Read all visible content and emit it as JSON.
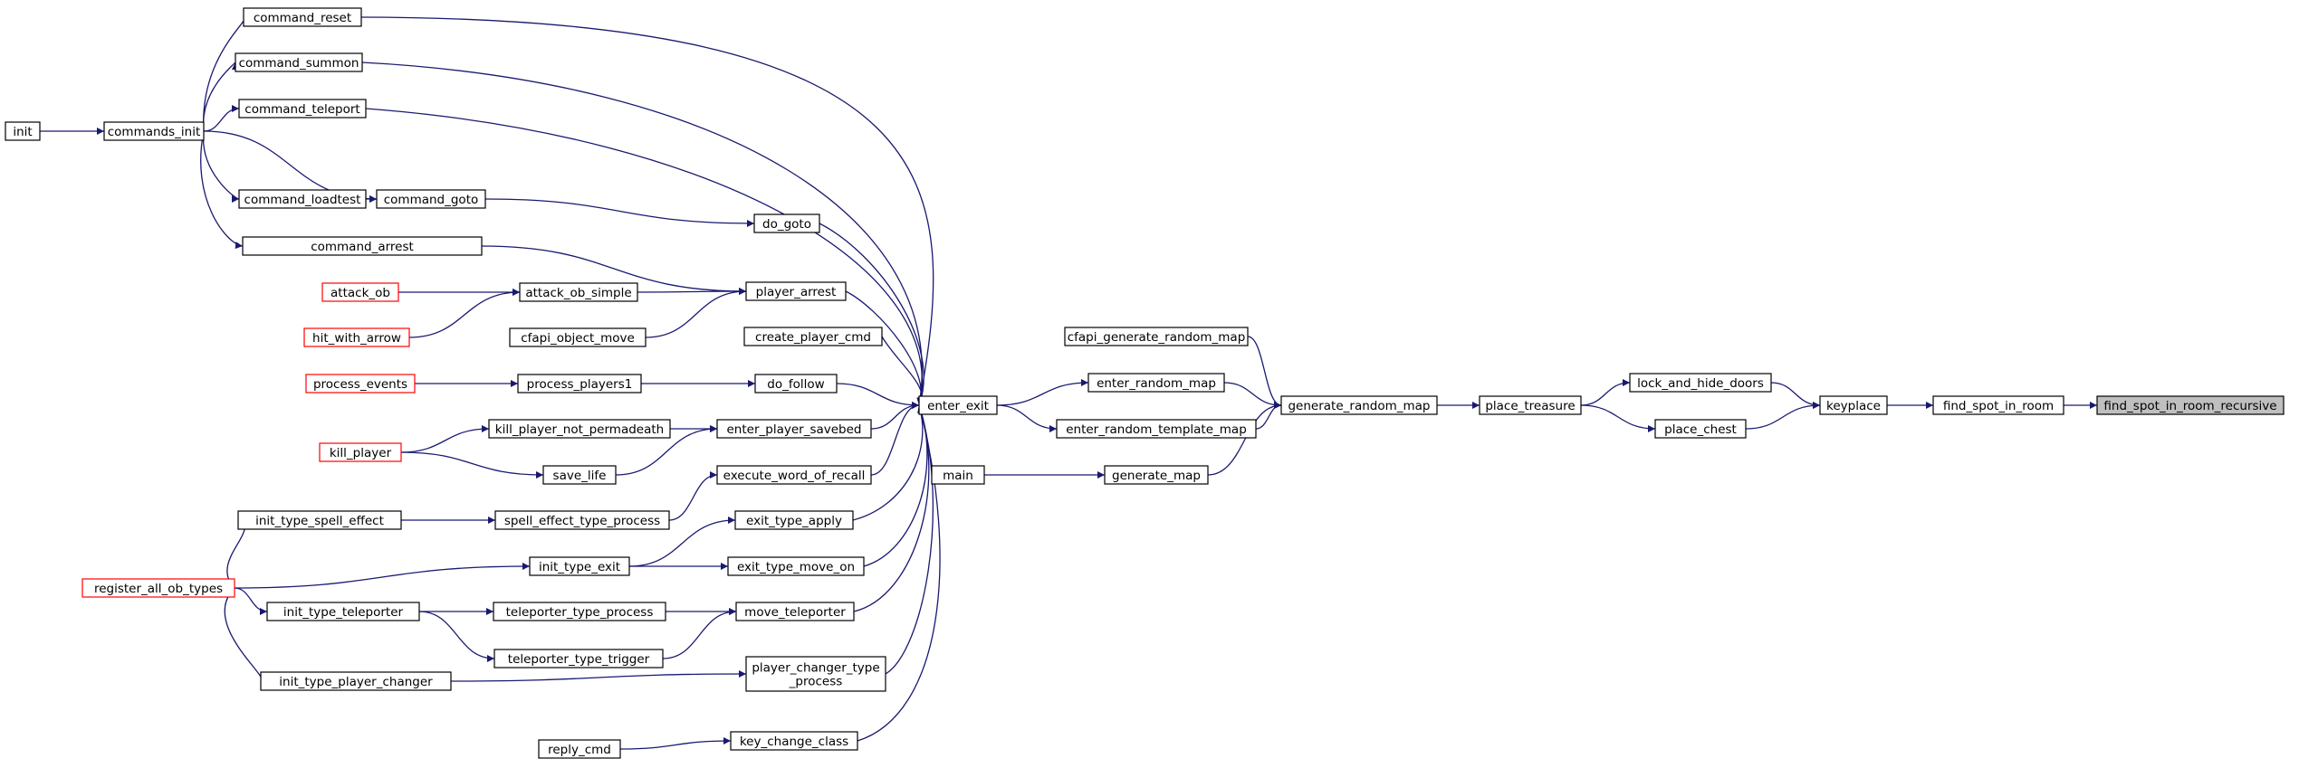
{
  "nodes": [
    {
      "id": "command_reset",
      "lines": [
        "command_reset"
      ],
      "interactive": true
    },
    {
      "id": "command_summon",
      "lines": [
        "command_summon"
      ],
      "interactive": true
    },
    {
      "id": "init",
      "lines": [
        "init"
      ],
      "interactive": true
    },
    {
      "id": "commands_init",
      "lines": [
        "commands_init"
      ],
      "interactive": true
    },
    {
      "id": "command_teleport",
      "lines": [
        "command_teleport"
      ],
      "interactive": true
    },
    {
      "id": "command_loadtest",
      "lines": [
        "command_loadtest"
      ],
      "interactive": true
    },
    {
      "id": "command_goto",
      "lines": [
        "command_goto"
      ],
      "interactive": true
    },
    {
      "id": "do_goto",
      "lines": [
        "do_goto"
      ],
      "interactive": true
    },
    {
      "id": "command_arrest",
      "lines": [
        "command_arrest"
      ],
      "interactive": true
    },
    {
      "id": "attack_ob",
      "lines": [
        "attack_ob"
      ],
      "red": true,
      "interactive": true
    },
    {
      "id": "attack_ob_simple",
      "lines": [
        "attack_ob_simple"
      ],
      "interactive": true
    },
    {
      "id": "player_arrest",
      "lines": [
        "player_arrest"
      ],
      "interactive": true
    },
    {
      "id": "hit_with_arrow",
      "lines": [
        "hit_with_arrow"
      ],
      "red": true,
      "interactive": true
    },
    {
      "id": "cfapi_object_move",
      "lines": [
        "cfapi_object_move"
      ],
      "interactive": true
    },
    {
      "id": "create_player_cmd",
      "lines": [
        "create_player_cmd"
      ],
      "interactive": true
    },
    {
      "id": "process_events",
      "lines": [
        "process_events"
      ],
      "red": true,
      "interactive": true
    },
    {
      "id": "process_players1",
      "lines": [
        "process_players1"
      ],
      "interactive": true
    },
    {
      "id": "do_follow",
      "lines": [
        "do_follow"
      ],
      "interactive": true
    },
    {
      "id": "kill_player",
      "lines": [
        "kill_player"
      ],
      "red": true,
      "interactive": true
    },
    {
      "id": "kill_player_not_permadeath",
      "lines": [
        "kill_player_not_permadeath"
      ],
      "interactive": true
    },
    {
      "id": "enter_player_savebed",
      "lines": [
        "enter_player_savebed"
      ],
      "interactive": true
    },
    {
      "id": "save_life",
      "lines": [
        "save_life"
      ],
      "interactive": true
    },
    {
      "id": "execute_word_of_recall",
      "lines": [
        "execute_word_of_recall"
      ],
      "interactive": true
    },
    {
      "id": "init_type_spell_effect",
      "lines": [
        "init_type_spell_effect"
      ],
      "interactive": true
    },
    {
      "id": "spell_effect_type_process",
      "lines": [
        "spell_effect_type_process"
      ],
      "interactive": true
    },
    {
      "id": "exit_type_apply",
      "lines": [
        "exit_type_apply"
      ],
      "interactive": true
    },
    {
      "id": "register_all_ob_types",
      "lines": [
        "register_all_ob_types"
      ],
      "red": true,
      "interactive": true
    },
    {
      "id": "init_type_exit",
      "lines": [
        "init_type_exit"
      ],
      "interactive": true
    },
    {
      "id": "exit_type_move_on",
      "lines": [
        "exit_type_move_on"
      ],
      "interactive": true
    },
    {
      "id": "init_type_teleporter",
      "lines": [
        "init_type_teleporter"
      ],
      "interactive": true
    },
    {
      "id": "teleporter_type_process",
      "lines": [
        "teleporter_type_process"
      ],
      "interactive": true
    },
    {
      "id": "move_teleporter",
      "lines": [
        "move_teleporter"
      ],
      "interactive": true
    },
    {
      "id": "teleporter_type_trigger",
      "lines": [
        "teleporter_type_trigger"
      ],
      "interactive": true
    },
    {
      "id": "init_type_player_changer",
      "lines": [
        "init_type_player_changer"
      ],
      "interactive": true
    },
    {
      "id": "player_changer_type_process",
      "lines": [
        "player_changer_type",
        "_process"
      ],
      "interactive": true
    },
    {
      "id": "reply_cmd",
      "lines": [
        "reply_cmd"
      ],
      "interactive": true
    },
    {
      "id": "key_change_class",
      "lines": [
        "key_change_class"
      ],
      "interactive": true
    },
    {
      "id": "enter_exit",
      "lines": [
        "enter_exit"
      ],
      "interactive": true
    },
    {
      "id": "main",
      "lines": [
        "main"
      ],
      "interactive": true
    },
    {
      "id": "cfapi_generate_random_map",
      "lines": [
        "cfapi_generate_random_map"
      ],
      "interactive": true
    },
    {
      "id": "enter_random_map",
      "lines": [
        "enter_random_map"
      ],
      "interactive": true
    },
    {
      "id": "enter_random_template_map",
      "lines": [
        "enter_random_template_map"
      ],
      "interactive": true
    },
    {
      "id": "generate_map",
      "lines": [
        "generate_map"
      ],
      "interactive": true
    },
    {
      "id": "generate_random_map",
      "lines": [
        "generate_random_map"
      ],
      "interactive": true
    },
    {
      "id": "place_treasure",
      "lines": [
        "place_treasure"
      ],
      "interactive": true
    },
    {
      "id": "lock_and_hide_doors",
      "lines": [
        "lock_and_hide_doors"
      ],
      "interactive": true
    },
    {
      "id": "place_chest",
      "lines": [
        "place_chest"
      ],
      "interactive": true
    },
    {
      "id": "keyplace",
      "lines": [
        "keyplace"
      ],
      "interactive": true
    },
    {
      "id": "find_spot_in_room",
      "lines": [
        "find_spot_in_room"
      ],
      "interactive": true
    },
    {
      "id": "find_spot_in_room_recursive",
      "lines": [
        "find_spot_in_room_recursive"
      ],
      "highlight": true,
      "interactive": false
    }
  ],
  "edges": [
    [
      "command_reset",
      "enter_exit"
    ],
    [
      "command_summon",
      "enter_exit"
    ],
    [
      "command_teleport",
      "enter_exit"
    ],
    [
      "command_goto",
      "do_goto"
    ],
    [
      "do_goto",
      "enter_exit"
    ],
    [
      "command_arrest",
      "player_arrest"
    ],
    [
      "player_arrest",
      "enter_exit"
    ],
    [
      "create_player_cmd",
      "enter_exit"
    ],
    [
      "do_follow",
      "enter_exit"
    ],
    [
      "enter_player_savebed",
      "enter_exit"
    ],
    [
      "execute_word_of_recall",
      "enter_exit"
    ],
    [
      "exit_type_apply",
      "enter_exit"
    ],
    [
      "exit_type_move_on",
      "enter_exit"
    ],
    [
      "move_teleporter",
      "enter_exit"
    ],
    [
      "player_changer_type_process",
      "enter_exit"
    ],
    [
      "key_change_class",
      "enter_exit"
    ],
    [
      "init",
      "commands_init"
    ],
    [
      "commands_init",
      "command_reset"
    ],
    [
      "commands_init",
      "command_summon"
    ],
    [
      "commands_init",
      "command_teleport"
    ],
    [
      "commands_init",
      "command_goto"
    ],
    [
      "commands_init",
      "command_loadtest"
    ],
    [
      "commands_init",
      "command_arrest"
    ],
    [
      "command_loadtest",
      "command_goto"
    ],
    [
      "attack_ob",
      "attack_ob_simple"
    ],
    [
      "hit_with_arrow",
      "attack_ob_simple"
    ],
    [
      "attack_ob_simple",
      "player_arrest"
    ],
    [
      "cfapi_object_move",
      "player_arrest"
    ],
    [
      "process_events",
      "process_players1"
    ],
    [
      "process_players1",
      "do_follow"
    ],
    [
      "kill_player",
      "kill_player_not_permadeath"
    ],
    [
      "kill_player",
      "save_life"
    ],
    [
      "kill_player_not_permadeath",
      "enter_player_savebed"
    ],
    [
      "save_life",
      "enter_player_savebed"
    ],
    [
      "spell_effect_type_process",
      "execute_word_of_recall"
    ],
    [
      "init_type_spell_effect",
      "spell_effect_type_process"
    ],
    [
      "register_all_ob_types",
      "init_type_spell_effect"
    ],
    [
      "register_all_ob_types",
      "init_type_exit"
    ],
    [
      "register_all_ob_types",
      "init_type_teleporter"
    ],
    [
      "register_all_ob_types",
      "init_type_player_changer"
    ],
    [
      "init_type_exit",
      "exit_type_apply"
    ],
    [
      "init_type_exit",
      "exit_type_move_on"
    ],
    [
      "init_type_teleporter",
      "teleporter_type_process"
    ],
    [
      "init_type_teleporter",
      "teleporter_type_trigger"
    ],
    [
      "teleporter_type_process",
      "move_teleporter"
    ],
    [
      "teleporter_type_trigger",
      "move_teleporter"
    ],
    [
      "init_type_player_changer",
      "player_changer_type_process"
    ],
    [
      "reply_cmd",
      "key_change_class"
    ],
    [
      "enter_exit",
      "enter_random_map"
    ],
    [
      "enter_exit",
      "enter_random_template_map"
    ],
    [
      "main",
      "generate_map"
    ],
    [
      "cfapi_generate_random_map",
      "generate_random_map"
    ],
    [
      "enter_random_map",
      "generate_random_map"
    ],
    [
      "enter_random_template_map",
      "generate_random_map"
    ],
    [
      "generate_map",
      "generate_random_map"
    ],
    [
      "generate_random_map",
      "place_treasure"
    ],
    [
      "place_treasure",
      "lock_and_hide_doors"
    ],
    [
      "place_treasure",
      "place_chest"
    ],
    [
      "lock_and_hide_doors",
      "keyplace"
    ],
    [
      "place_chest",
      "keyplace"
    ],
    [
      "keyplace",
      "find_spot_in_room"
    ],
    [
      "find_spot_in_room",
      "find_spot_in_room_recursive"
    ]
  ],
  "colors": {
    "edge": "#191970",
    "node_border": "#000000",
    "node_border_alt": "#ff0000",
    "highlight_fill": "#bfbfbf"
  }
}
